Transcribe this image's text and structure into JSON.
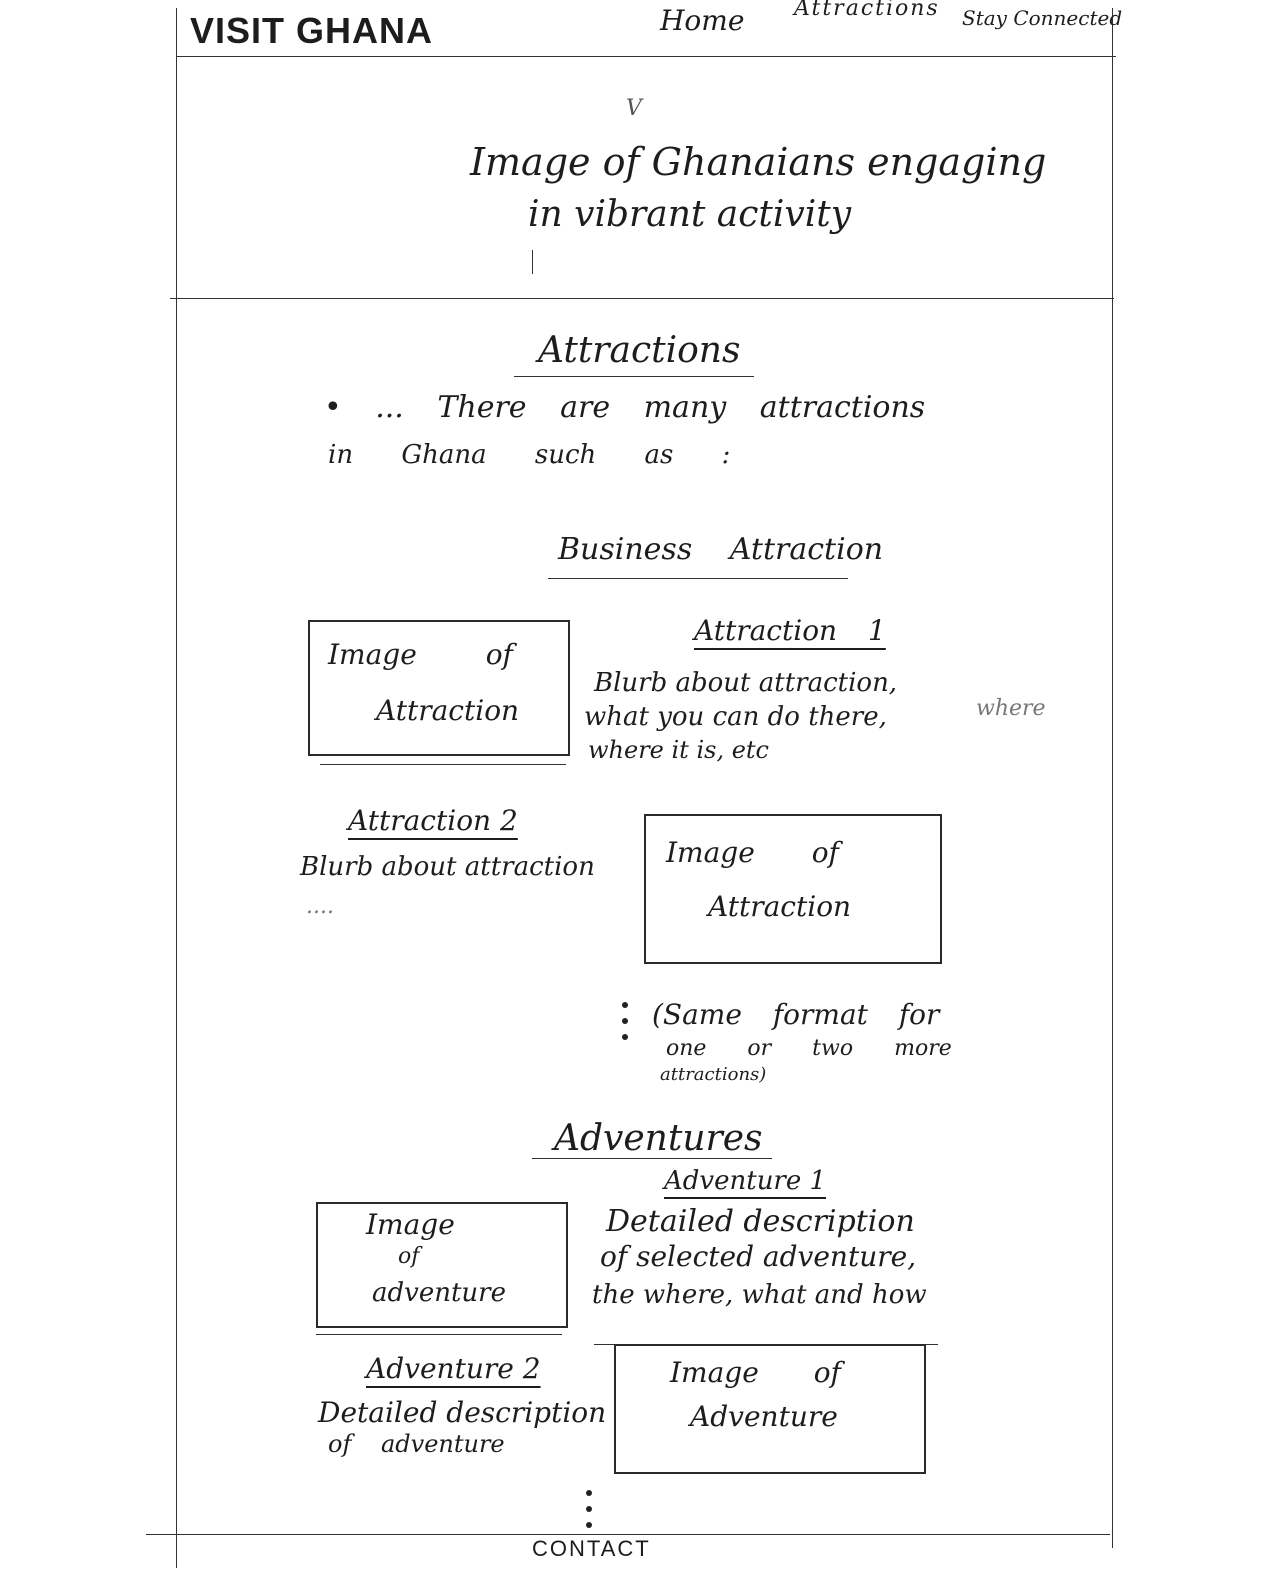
{
  "header": {
    "brand": "VISIT GHANA",
    "nav": [
      "Home",
      "Attractions",
      "Stay Connected"
    ]
  },
  "hero": {
    "mark": "V",
    "caption_line1": "Image of Ghanaians engaging",
    "caption_line2": "in vibrant activity"
  },
  "attractions": {
    "heading": "Attractions",
    "intro_line1": "• ... There are many attractions",
    "intro_line2": "in Ghana such as :",
    "subheading": "Business Attraction",
    "items": [
      {
        "title": "Attraction 1",
        "image_line1": "Image of",
        "image_line2": "Attraction",
        "blurb_line1": "Blurb about attraction,",
        "blurb_line2": "what you can do there,",
        "blurb_line3": "where it is, etc",
        "margin_note": "where"
      },
      {
        "title": "Attraction 2",
        "image_line1": "Image of",
        "image_line2": "Attraction",
        "blurb_line1": "Blurb about attraction",
        "blurb_line2": "...."
      }
    ],
    "note_line1": "(Same format for",
    "note_line2": "one or two more",
    "note_line3": "attractions)"
  },
  "adventures": {
    "heading": "Adventures",
    "items": [
      {
        "title": "Adventure 1",
        "image_line1": "Image",
        "image_line2": "of",
        "image_line3": "adventure",
        "desc_line1": "Detailed description",
        "desc_line2": "of selected adventure,",
        "desc_line3": "the where, what and how"
      },
      {
        "title": "Adventure 2",
        "image_line1": "Image of",
        "image_line2": "Adventure",
        "desc_line1": "Detailed description",
        "desc_line2": "of adventure"
      }
    ]
  },
  "footer": {
    "label": "CONTACT"
  }
}
